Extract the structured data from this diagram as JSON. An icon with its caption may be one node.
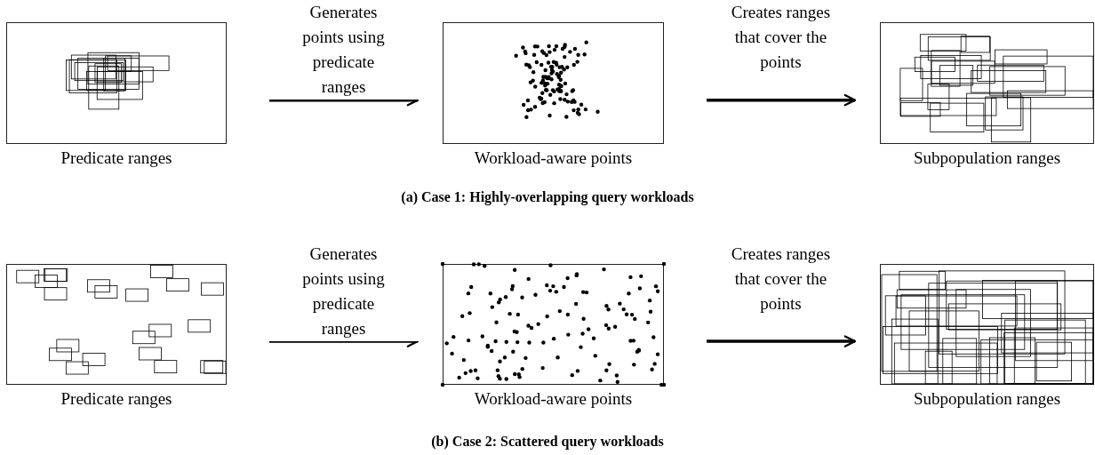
{
  "diagram": {
    "nodes": [
      {
        "text": [
          "Predicate ranges"
        ]
      },
      {
        "text": [
          "Workload-aware points"
        ]
      },
      {
        "text": [
          "Subpopulation ranges"
        ]
      },
      {
        "text": [
          "Predicate ranges"
        ]
      },
      {
        "text": [
          "Workload-aware points"
        ]
      },
      {
        "text": [
          "Subpopulation ranges"
        ]
      }
    ],
    "edges": [
      {
        "from": 0,
        "to": 1,
        "arrow": "to",
        "label": "Generates points using predicate ranges"
      },
      {
        "from": 1,
        "to": 2,
        "arrow": "to",
        "label": "Creates ranges that cover the points"
      },
      {
        "from": 3,
        "to": 4,
        "arrow": "to",
        "label": "Generates points using predicate ranges"
      },
      {
        "from": 4,
        "to": 5,
        "arrow": "to",
        "label": "Creates ranges that cover the points"
      }
    ],
    "labels": [
      "(a) Case 1: Highly-overlapping query workloads",
      "(b) Case 2: Scattered query workloads"
    ]
  }
}
